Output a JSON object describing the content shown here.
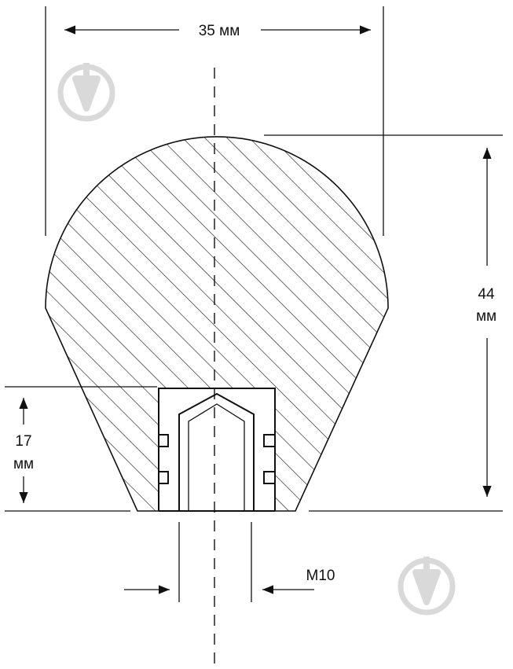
{
  "dimensions": {
    "width_label": "35 мм",
    "height_value": "44",
    "height_unit": "мм",
    "insert_value": "17",
    "insert_unit": "мм",
    "thread_label": "M10"
  },
  "watermark": {
    "icon": "drop-in-circle-icon"
  },
  "colors": {
    "line": "#111111",
    "watermark": "#d9d9d9",
    "background": "#ffffff"
  }
}
